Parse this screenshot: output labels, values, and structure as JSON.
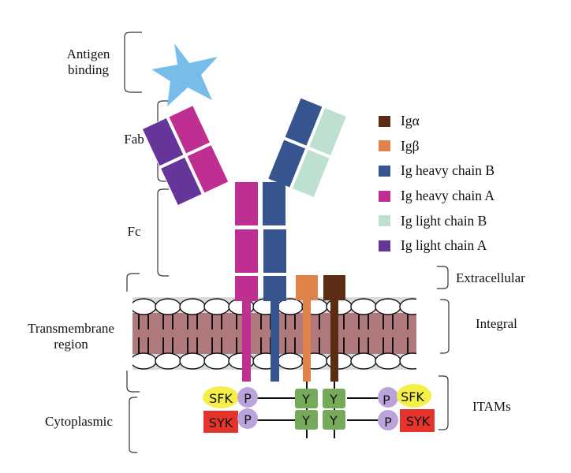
{
  "colors": {
    "ig_alpha": "#5a2d14",
    "ig_beta": "#e0834a",
    "heavy_b": "#36558f",
    "heavy_a": "#bf2e91",
    "light_b": "#bde0d1",
    "light_a": "#66359a",
    "antigen": "#78bdea",
    "membrane": "#b07a7c",
    "membrane_edge": "#d9dcdc",
    "sfk": "#f5ef4a",
    "syk": "#e3352b",
    "phospho": "#bca3dc",
    "itam": "#77a95a"
  },
  "left_labels": {
    "antigen_binding": [
      "Antigen",
      "binding"
    ],
    "fab": "Fab",
    "fc": "Fc",
    "transmembrane": [
      "Transmembrane",
      "region"
    ],
    "cytoplasmic": "Cytoplasmic"
  },
  "right_labels": {
    "extracellular": "Extracellular",
    "integral": "Integral",
    "itams": "ITAMs"
  },
  "legend": [
    {
      "label": "Igα",
      "color_key": "ig_alpha"
    },
    {
      "label": "Igβ",
      "color_key": "ig_beta"
    },
    {
      "label": "Ig heavy chain B",
      "color_key": "heavy_b"
    },
    {
      "label": "Ig heavy chain A",
      "color_key": "heavy_a"
    },
    {
      "label": "Ig light chain B",
      "color_key": "light_b"
    },
    {
      "label": "Ig light chain A",
      "color_key": "light_a"
    }
  ],
  "signaling": {
    "sfk": "SFK",
    "syk": "SYK",
    "phospho": "P",
    "tyrosine": "Y"
  }
}
